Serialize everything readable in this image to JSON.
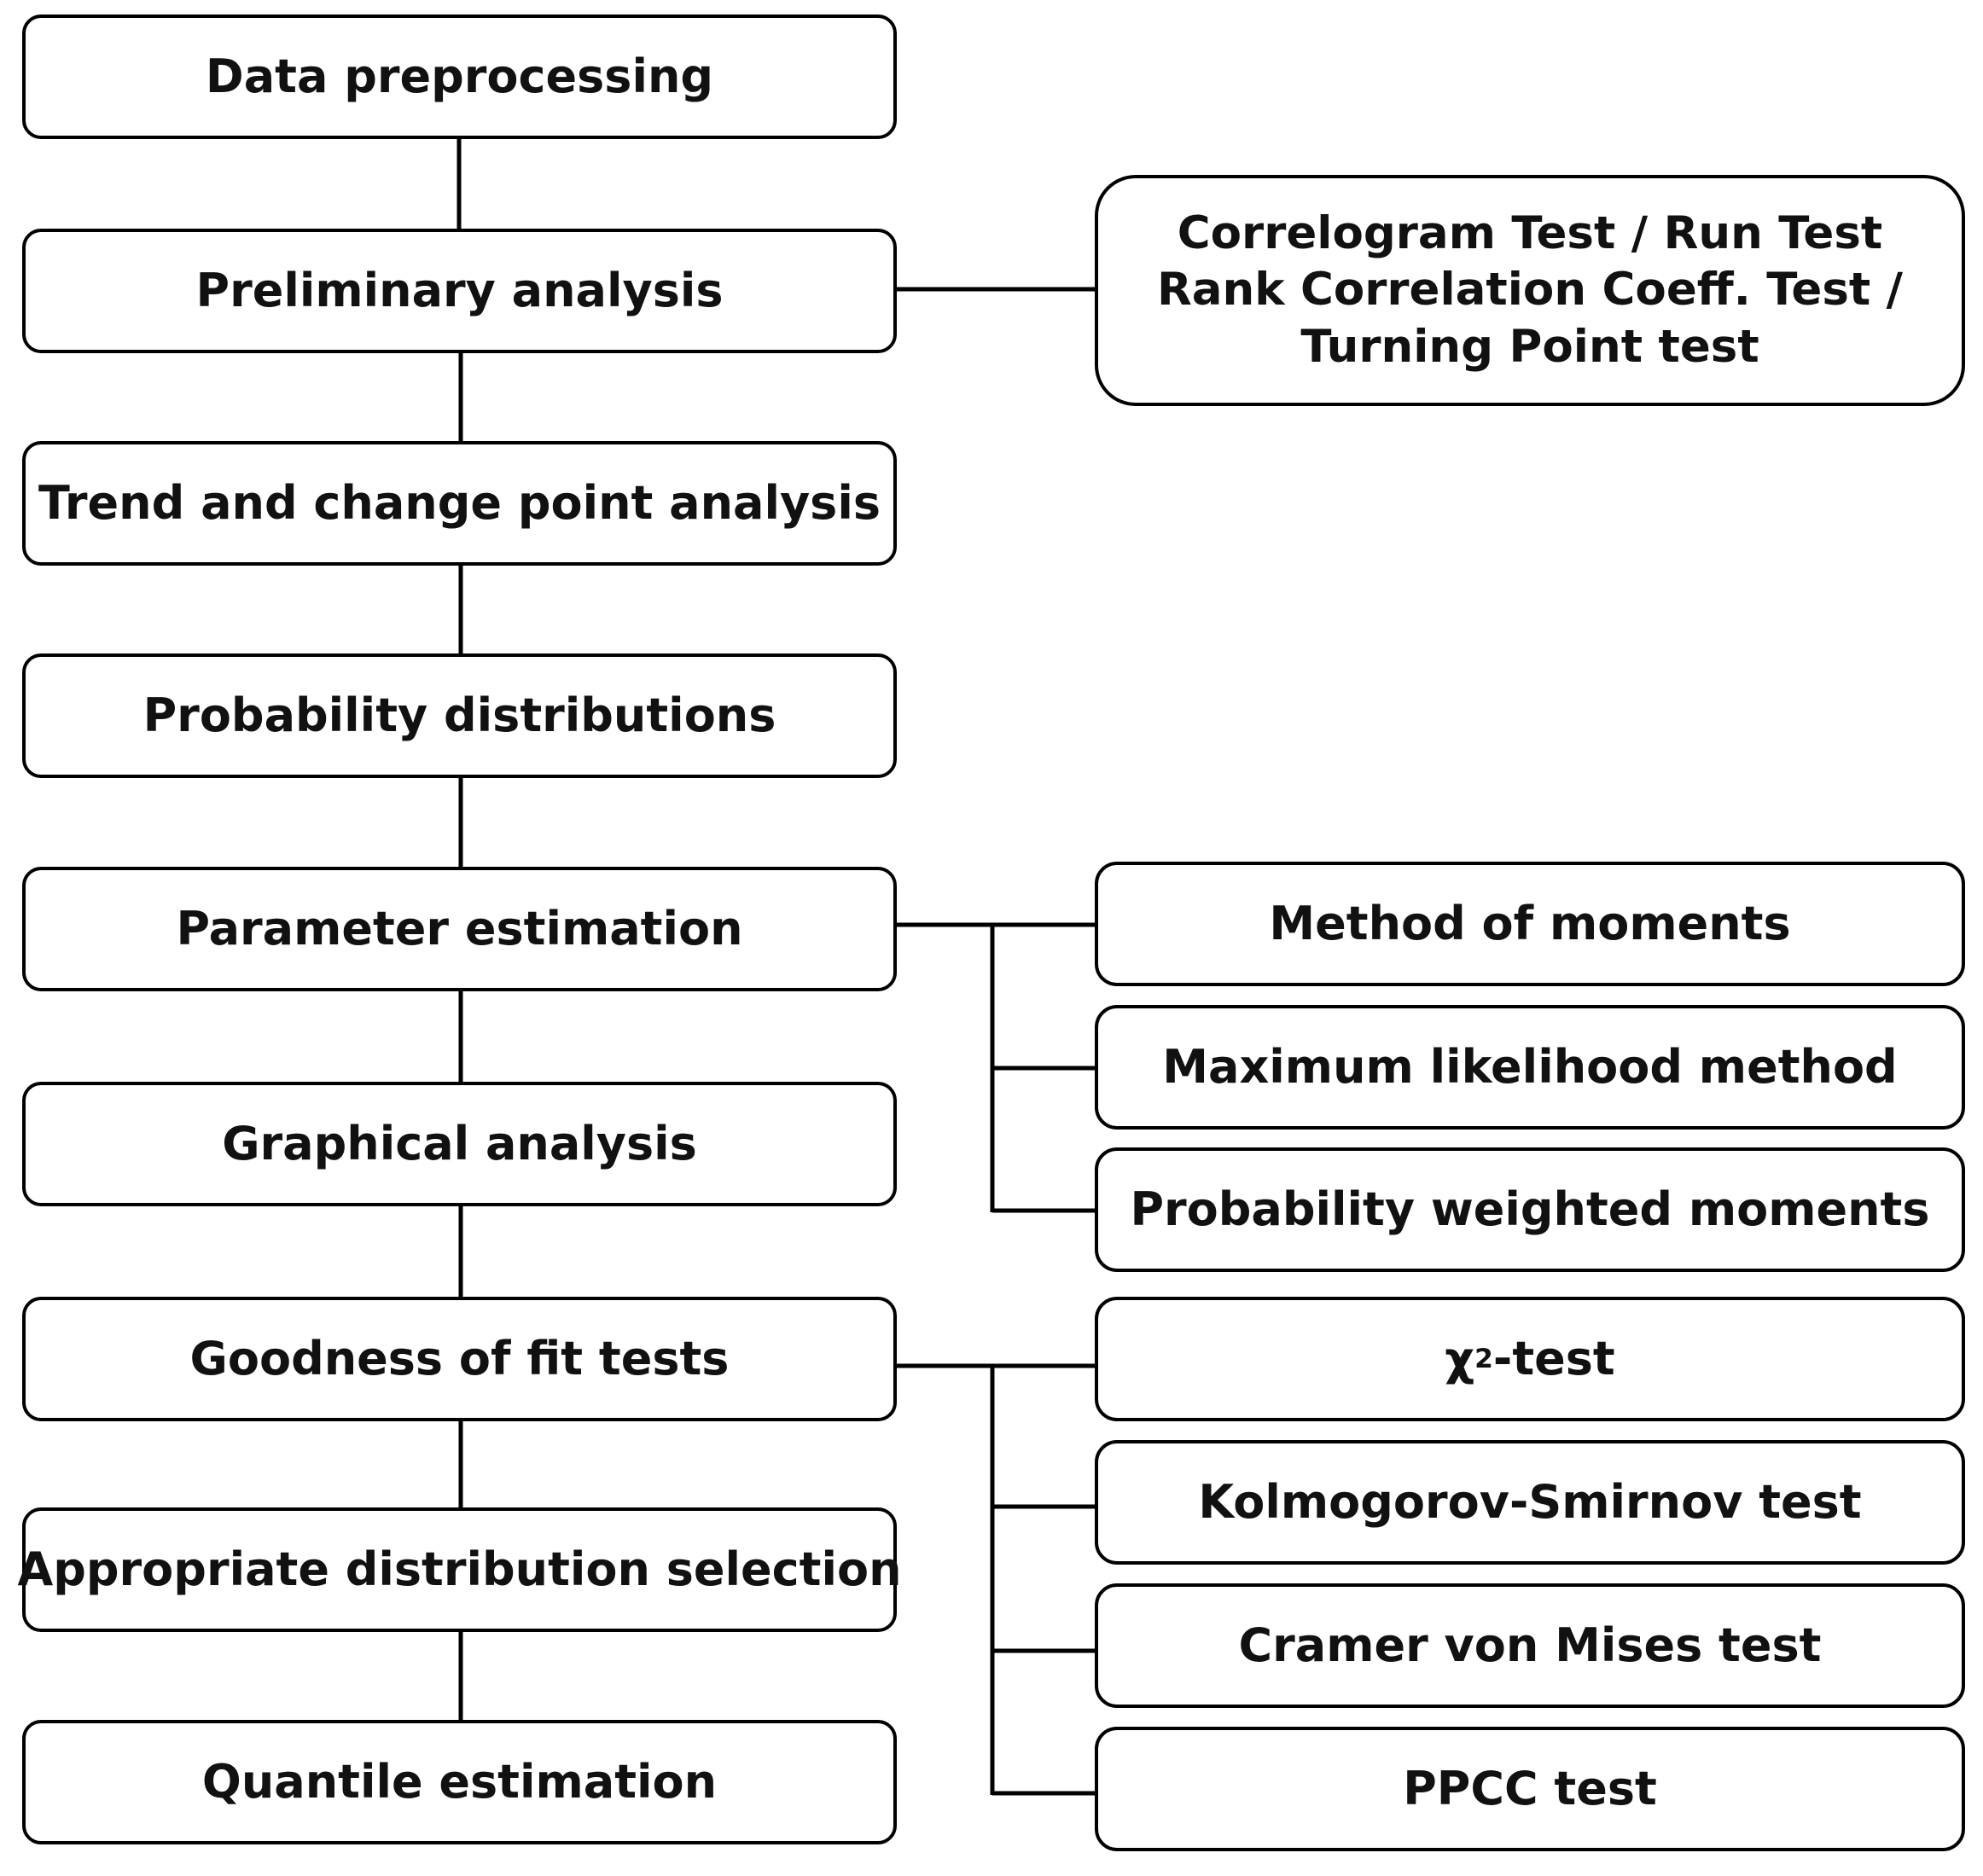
{
  "main_steps": [
    "Data preprocessing",
    "Preliminary analysis",
    "Trend and change point analysis",
    "Probability distributions",
    "Parameter estimation",
    "Graphical analysis",
    "Goodness of fit tests",
    "Appropriate distribution selection",
    "Quantile estimation"
  ],
  "preliminary_tests": {
    "line1": "Correlogram Test / Run Test",
    "line2": "Rank Correlation Coeff. Test /",
    "line3": "Turning Point test"
  },
  "estimation_methods": [
    "Method of moments",
    "Maximum likelihood method",
    "Probability weighted moments"
  ],
  "fit_tests": {
    "chi_square": {
      "symbol": "χ",
      "superscript": "2",
      "suffix": "-test"
    },
    "others": [
      "Kolmogorov-Smirnov test",
      "Cramer von Mises test",
      "PPCC test"
    ]
  }
}
